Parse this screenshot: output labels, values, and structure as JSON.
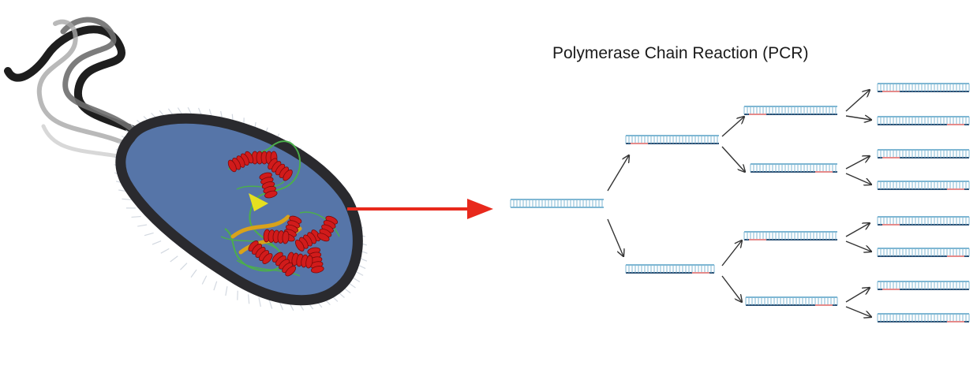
{
  "diagram": {
    "title": "Polymerase Chain Reaction (PCR)",
    "colors": {
      "strand": "#7fb7d3",
      "primer": "#e58a8a",
      "template": "#2a4f73",
      "arrow_main": "#e8291c",
      "arrow_tree": "#333333",
      "cell_wall": "#2a2a2e",
      "cytoplasm": "#5675a8",
      "protein_helix": "#d11b1b",
      "protein_sheet": "#e6c11a",
      "protein_coil": "#4cae4c"
    },
    "icons": [
      "bacterium-icon",
      "flagellum-icon",
      "protein-structure-icon",
      "dna-double-strand-icon"
    ],
    "pcr_tree": {
      "generations": [
        1,
        2,
        4,
        8
      ]
    }
  }
}
